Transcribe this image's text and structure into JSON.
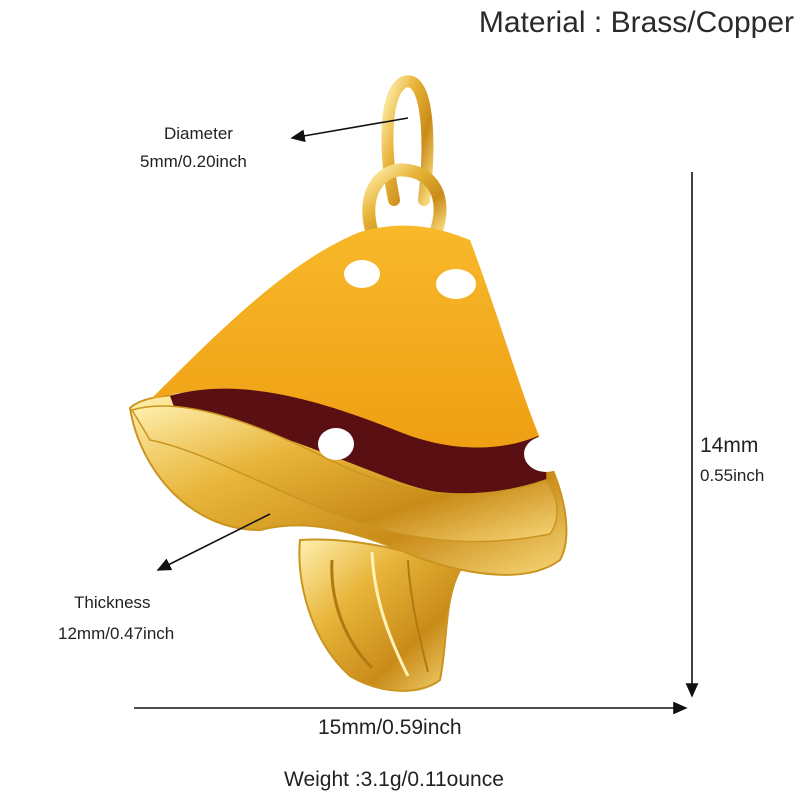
{
  "material": "Material : Brass/Copper",
  "diameter": {
    "label": "Diameter",
    "value": "5mm/0.20inch"
  },
  "thickness": {
    "label": "Thickness",
    "value": "12mm/0.47inch"
  },
  "height": {
    "mm": "14mm",
    "inch": "0.55inch"
  },
  "width": {
    "value": "15mm/0.59inch"
  },
  "weight": "Weight :3.1g/0.11ounce",
  "colors": {
    "gold": "#e7b53a",
    "cap": "#f2a81c",
    "band": "#5a0f12",
    "spots": "#ffffff"
  },
  "icons": [
    "arrow-icon",
    "mushroom-charm-image"
  ]
}
